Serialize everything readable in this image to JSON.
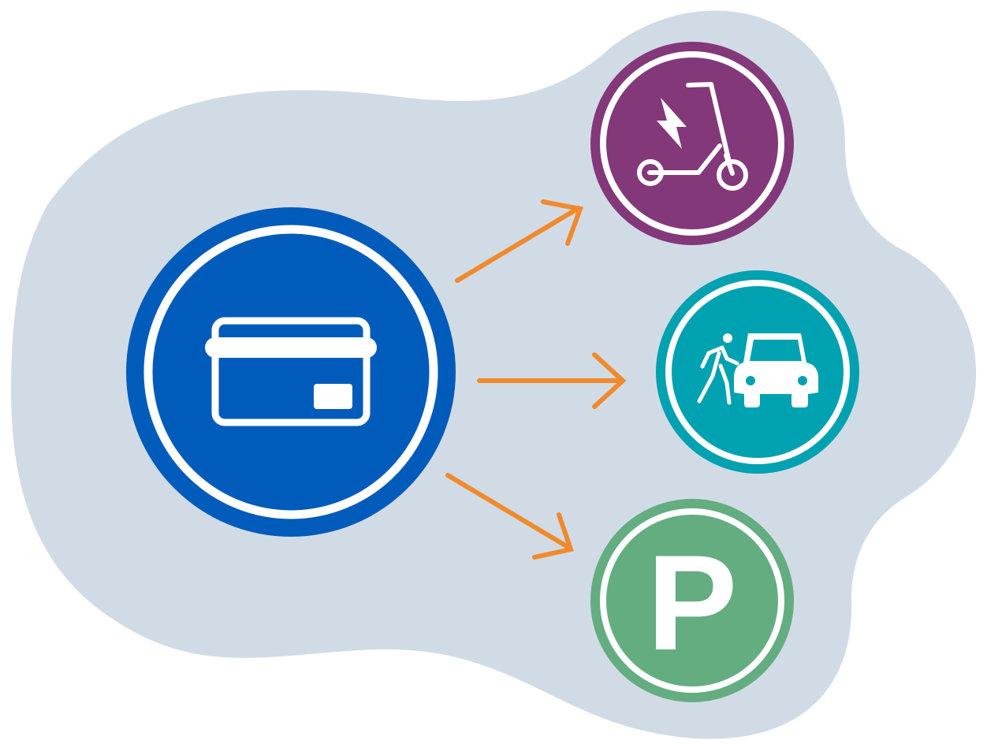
{
  "colors": {
    "background_blob": "#d1dbe6",
    "arrow": "#f08a2c",
    "payment_circle": "#005bbb",
    "scooter_circle": "#83387a",
    "carshare_circle": "#00a1b0",
    "parking_circle": "#64ad80",
    "icon_stroke": "#ffffff"
  },
  "nodes": {
    "payment": {
      "icon": "credit-card-icon"
    },
    "scooter": {
      "icon": "electric-scooter-icon"
    },
    "carshare": {
      "icon": "car-share-icon"
    },
    "parking": {
      "icon": "parking-icon",
      "letter": "P"
    }
  },
  "edges": [
    {
      "from": "payment",
      "to": "scooter"
    },
    {
      "from": "payment",
      "to": "carshare"
    },
    {
      "from": "payment",
      "to": "parking"
    }
  ]
}
